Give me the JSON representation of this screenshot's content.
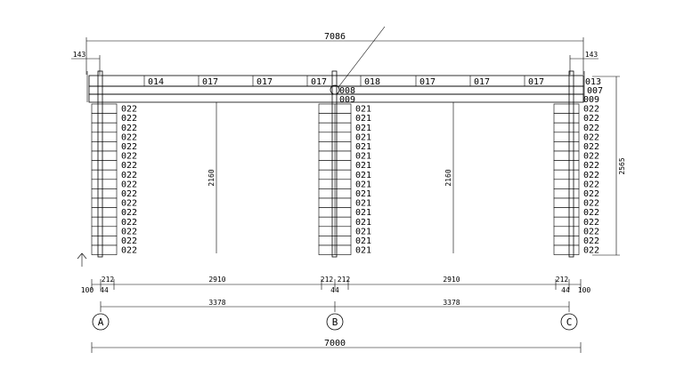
{
  "dimensions": {
    "top_total": "7086",
    "top_left": "143",
    "top_right": "143",
    "height_total": "2565",
    "height_left": "2160",
    "height_right": "2160",
    "row1": [
      "212",
      "2910",
      "212",
      "212",
      "2910",
      "212"
    ],
    "row2": [
      "100",
      "44",
      "44",
      "44",
      "100"
    ],
    "spans": [
      "3378",
      "3378"
    ],
    "bottom_total": "7000"
  },
  "beam_labels": {
    "left": [
      "014",
      "017",
      "017",
      "017"
    ],
    "right": [
      "018",
      "017",
      "017",
      "017"
    ],
    "right_end": "013",
    "center_top": "008",
    "center_bottom": "009",
    "right_mid": "007",
    "right_low": "009"
  },
  "log_labels": {
    "left": "022",
    "center": "021",
    "right": "022"
  },
  "axes": [
    "A",
    "B",
    "C"
  ]
}
